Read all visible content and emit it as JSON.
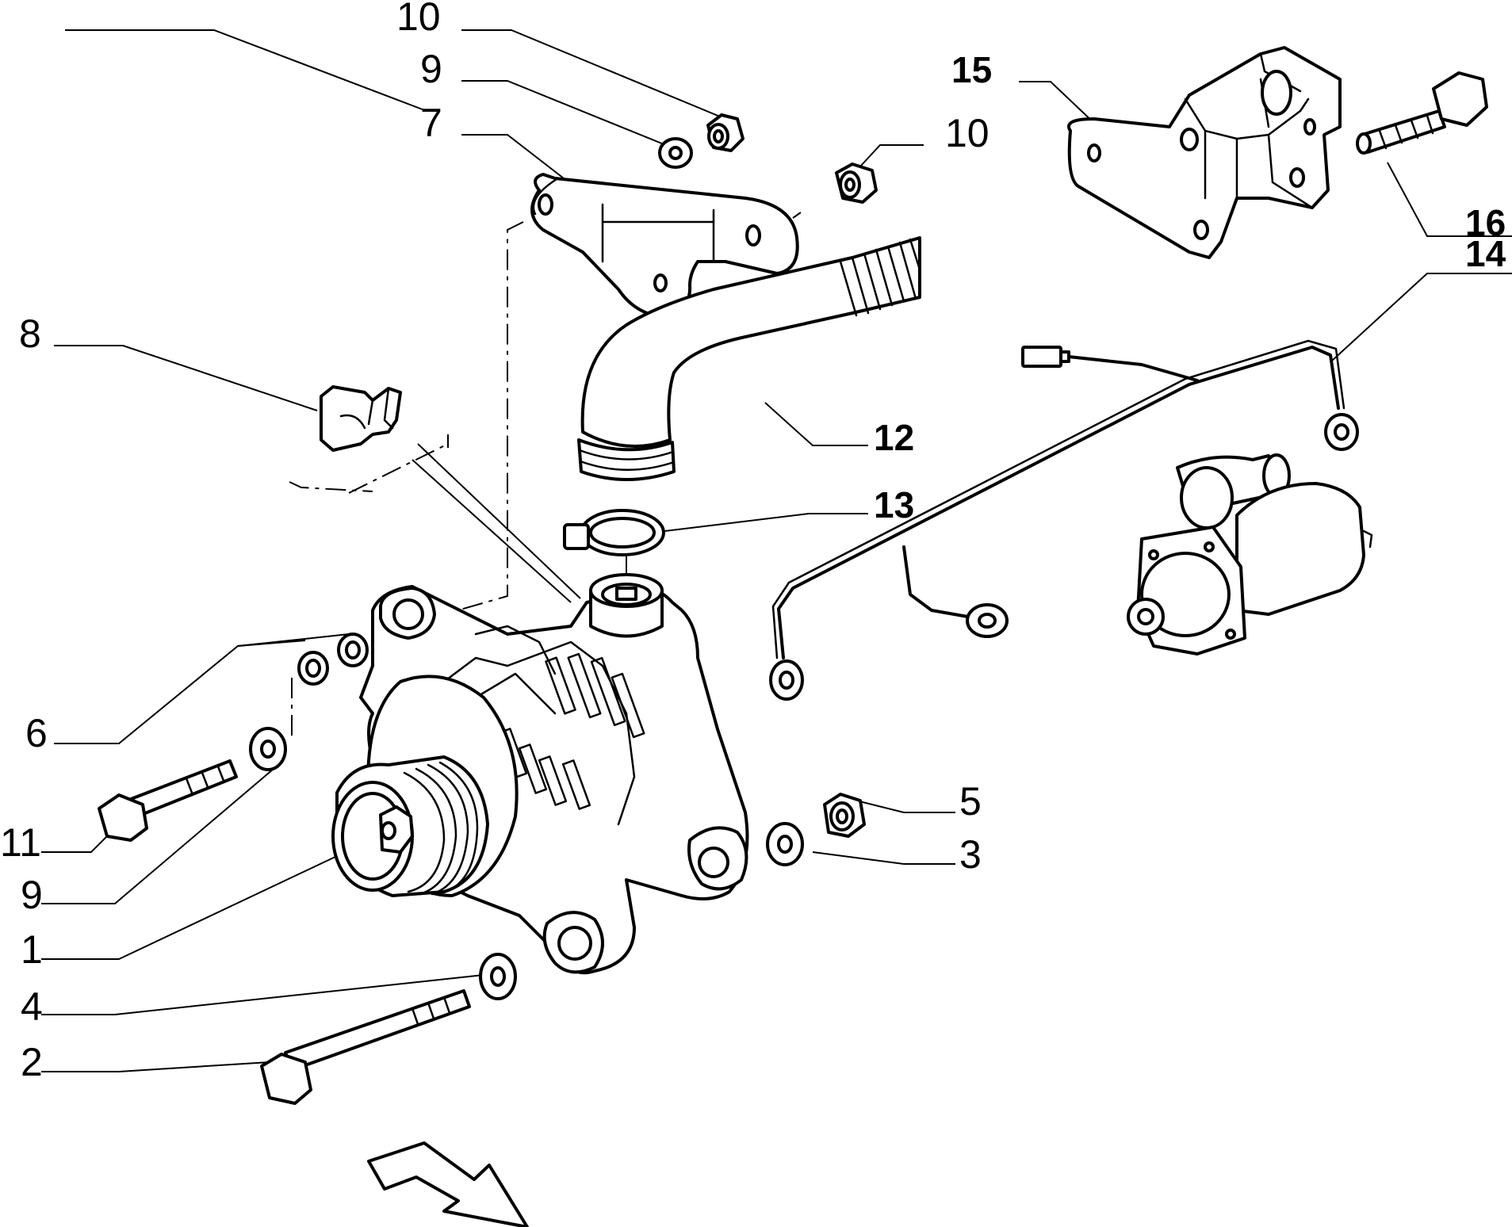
{
  "callouts": {
    "c10a": "10",
    "c9a": "9",
    "c7": "7",
    "c10b": "10",
    "c15": "15",
    "c16": "16",
    "c14": "14",
    "c8": "8",
    "c12": "12",
    "c13": "13",
    "c6": "6",
    "c5": "5",
    "c3": "3",
    "c11": "11",
    "c9b": "9",
    "c1": "1",
    "c4": "4",
    "c2": "2"
  }
}
